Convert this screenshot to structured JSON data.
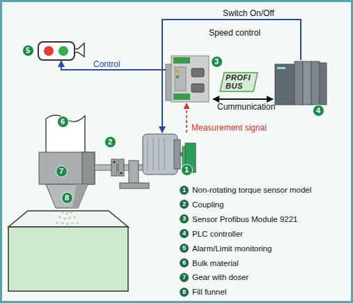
{
  "diagram": {
    "nodes": [
      {
        "text": [
          "5"
        ]
      },
      {
        "text": [
          "3"
        ]
      },
      {
        "text": [
          "4"
        ]
      },
      {
        "text": [
          "6"
        ]
      },
      {
        "text": [
          "7"
        ]
      },
      {
        "text": [
          "2"
        ]
      },
      {
        "text": [
          "1"
        ]
      },
      {
        "text": [
          "8"
        ]
      }
    ],
    "edges": [
      {
        "from": 2,
        "to": 6,
        "label": "Switch On/Off",
        "arrow": "to"
      },
      {
        "from": 1,
        "to": 0,
        "label": "Control",
        "arrow": "to"
      },
      {
        "from": 1,
        "to": 2,
        "label": "Cummunication",
        "arrow": "both"
      },
      {
        "from": 6,
        "to": 1,
        "label": "Measurement signal",
        "arrow": "to"
      }
    ],
    "labels": [
      "Speed control",
      "PROFI BUS",
      "1",
      "Non-rotating torque sensor model",
      "2",
      "Coupling",
      "3",
      "Sensor Profibus Module 9221",
      "4",
      "PLC controller",
      "5",
      "Alarm/Limit monitoring",
      "6",
      "Bulk material",
      "7",
      "Gear with doser",
      "8",
      "Fill funnel"
    ]
  }
}
